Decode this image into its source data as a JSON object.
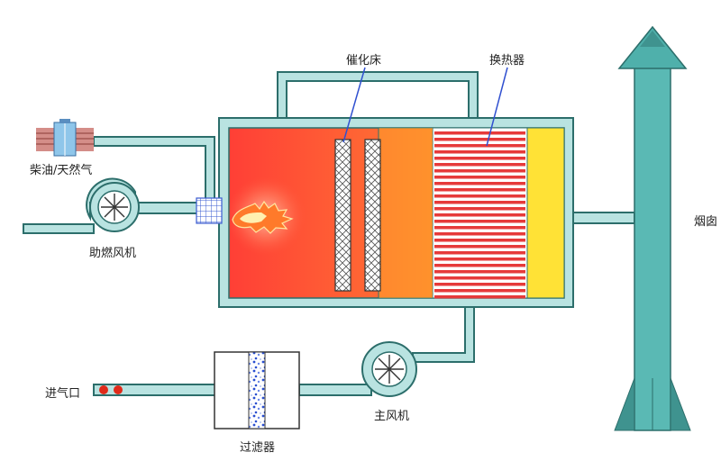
{
  "labels": {
    "catalyst_bed": "催化床",
    "heat_exchanger": "换热器",
    "fuel": "柴油/天然气",
    "combustion_fan": "助燃风机",
    "chimney": "烟囱",
    "air_inlet": "进气口",
    "filter": "过滤器",
    "main_fan": "主风机"
  },
  "colors": {
    "pipe_fill": "#b9e3e1",
    "pipe_stroke": "#2c6e6b",
    "stack": "#5ab9b4",
    "stack_dark": "#3f938f",
    "chamber_left": "#ff4a3a",
    "chamber_right": "#ff9a2a",
    "yellow_section": "#ffe236",
    "stripe_red": "#e63a3a",
    "leader_line": "#3050d0",
    "valve_red": "#e02a1a"
  }
}
